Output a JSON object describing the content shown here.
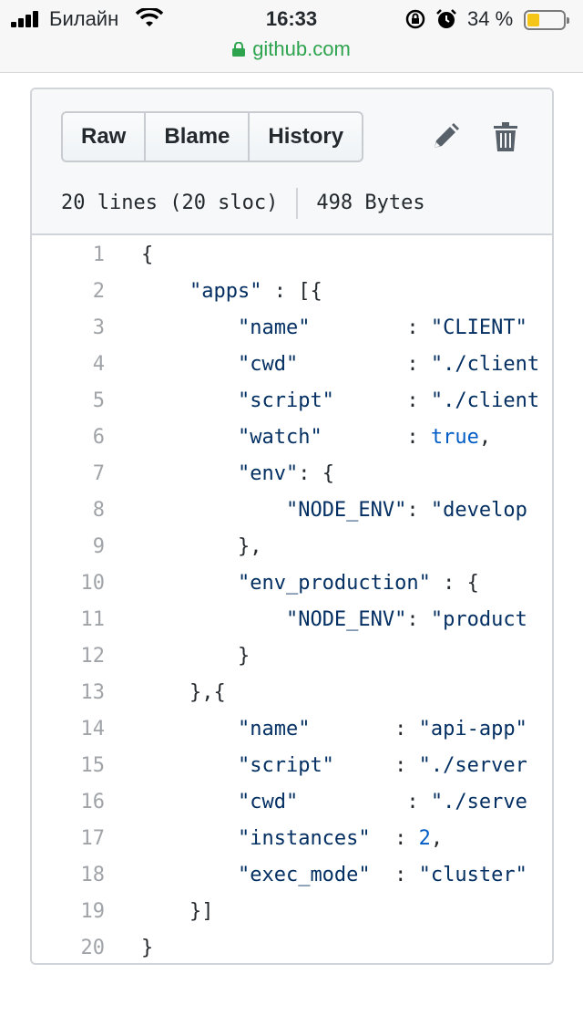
{
  "status_bar": {
    "carrier": "Билайн",
    "time": "16:33",
    "battery_percent": "34 %",
    "battery_level": 0.34
  },
  "browser": {
    "url": "github.com"
  },
  "file": {
    "buttons": [
      "Raw",
      "Blame",
      "History"
    ],
    "icons": [
      "pencil-icon",
      "trash-icon"
    ],
    "lines_info": "20 lines (20 sloc)",
    "size_info": "498 Bytes",
    "colors": {
      "string": "#032f62",
      "keyword": "#005cc5",
      "line_number": "#a0a4a8"
    },
    "code_lines": [
      {
        "n": "1",
        "parts": [
          [
            "t",
            "{"
          ]
        ]
      },
      {
        "n": "2",
        "parts": [
          [
            "t",
            "    "
          ],
          [
            "s",
            "\"apps\""
          ],
          [
            "t",
            " : [{"
          ]
        ]
      },
      {
        "n": "3",
        "parts": [
          [
            "t",
            "        "
          ],
          [
            "s",
            "\"name\""
          ],
          [
            "t",
            "        : "
          ],
          [
            "s",
            "\"CLIENT\""
          ]
        ]
      },
      {
        "n": "4",
        "parts": [
          [
            "t",
            "        "
          ],
          [
            "s",
            "\"cwd\""
          ],
          [
            "t",
            "         : "
          ],
          [
            "s",
            "\"./client"
          ]
        ]
      },
      {
        "n": "5",
        "parts": [
          [
            "t",
            "        "
          ],
          [
            "s",
            "\"script\""
          ],
          [
            "t",
            "      : "
          ],
          [
            "s",
            "\"./client"
          ]
        ]
      },
      {
        "n": "6",
        "parts": [
          [
            "t",
            "        "
          ],
          [
            "s",
            "\"watch\""
          ],
          [
            "t",
            "       : "
          ],
          [
            "k",
            "true"
          ],
          [
            "t",
            ","
          ]
        ]
      },
      {
        "n": "7",
        "parts": [
          [
            "t",
            "        "
          ],
          [
            "s",
            "\"env\""
          ],
          [
            "t",
            ": {"
          ]
        ]
      },
      {
        "n": "8",
        "parts": [
          [
            "t",
            "            "
          ],
          [
            "s",
            "\"NODE_ENV\""
          ],
          [
            "t",
            ": "
          ],
          [
            "s",
            "\"develop"
          ]
        ]
      },
      {
        "n": "9",
        "parts": [
          [
            "t",
            "        },"
          ]
        ]
      },
      {
        "n": "10",
        "parts": [
          [
            "t",
            "        "
          ],
          [
            "s",
            "\"env_production\""
          ],
          [
            "t",
            " : {"
          ]
        ]
      },
      {
        "n": "11",
        "parts": [
          [
            "t",
            "            "
          ],
          [
            "s",
            "\"NODE_ENV\""
          ],
          [
            "t",
            ": "
          ],
          [
            "s",
            "\"product"
          ]
        ]
      },
      {
        "n": "12",
        "parts": [
          [
            "t",
            "        }"
          ]
        ]
      },
      {
        "n": "13",
        "parts": [
          [
            "t",
            "    },{"
          ]
        ]
      },
      {
        "n": "14",
        "parts": [
          [
            "t",
            "        "
          ],
          [
            "s",
            "\"name\""
          ],
          [
            "t",
            "       : "
          ],
          [
            "s",
            "\"api-app\""
          ]
        ]
      },
      {
        "n": "15",
        "parts": [
          [
            "t",
            "        "
          ],
          [
            "s",
            "\"script\""
          ],
          [
            "t",
            "     : "
          ],
          [
            "s",
            "\"./server"
          ]
        ]
      },
      {
        "n": "16",
        "parts": [
          [
            "t",
            "        "
          ],
          [
            "s",
            "\"cwd\""
          ],
          [
            "t",
            "         : "
          ],
          [
            "s",
            "\"./serve"
          ]
        ]
      },
      {
        "n": "17",
        "parts": [
          [
            "t",
            "        "
          ],
          [
            "s",
            "\"instances\""
          ],
          [
            "t",
            "  : "
          ],
          [
            "k",
            "2"
          ],
          [
            "t",
            ","
          ]
        ]
      },
      {
        "n": "18",
        "parts": [
          [
            "t",
            "        "
          ],
          [
            "s",
            "\"exec_mode\""
          ],
          [
            "t",
            "  : "
          ],
          [
            "s",
            "\"cluster\""
          ]
        ]
      },
      {
        "n": "19",
        "parts": [
          [
            "t",
            "    }]"
          ]
        ]
      },
      {
        "n": "20",
        "parts": [
          [
            "t",
            "}"
          ]
        ]
      }
    ]
  }
}
